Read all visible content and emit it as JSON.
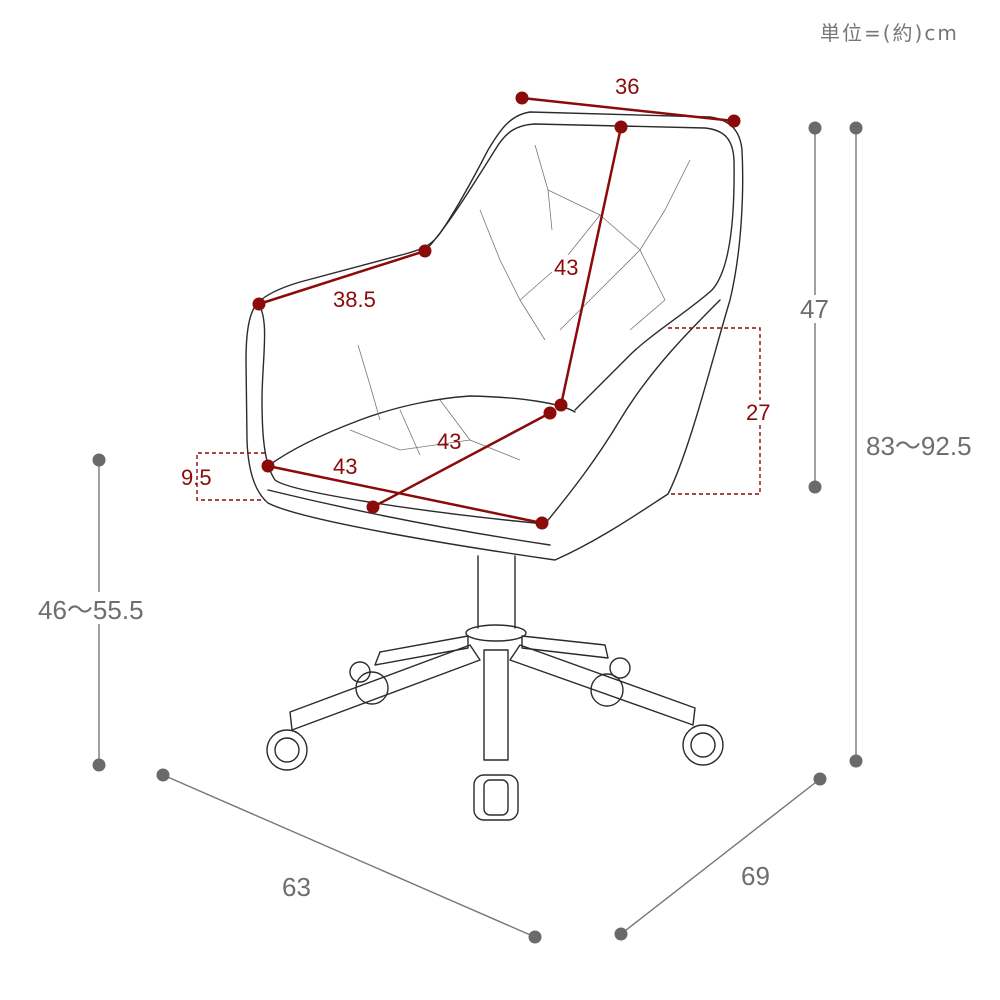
{
  "unit_label": "単位=(約)cm",
  "dimensions": {
    "back_width": "36",
    "back_height": "43",
    "armrest_length": "38.5",
    "seat_depth": "43",
    "seat_width": "43",
    "cushion_thickness": "9.5",
    "armrest_height": "27",
    "back_total_height": "47",
    "total_height": "83〜92.5",
    "seat_height": "46〜55.5",
    "base_width": "63",
    "base_depth": "69"
  },
  "colors": {
    "accent": "#8b0a0a",
    "gray": "#6e6e6e"
  }
}
